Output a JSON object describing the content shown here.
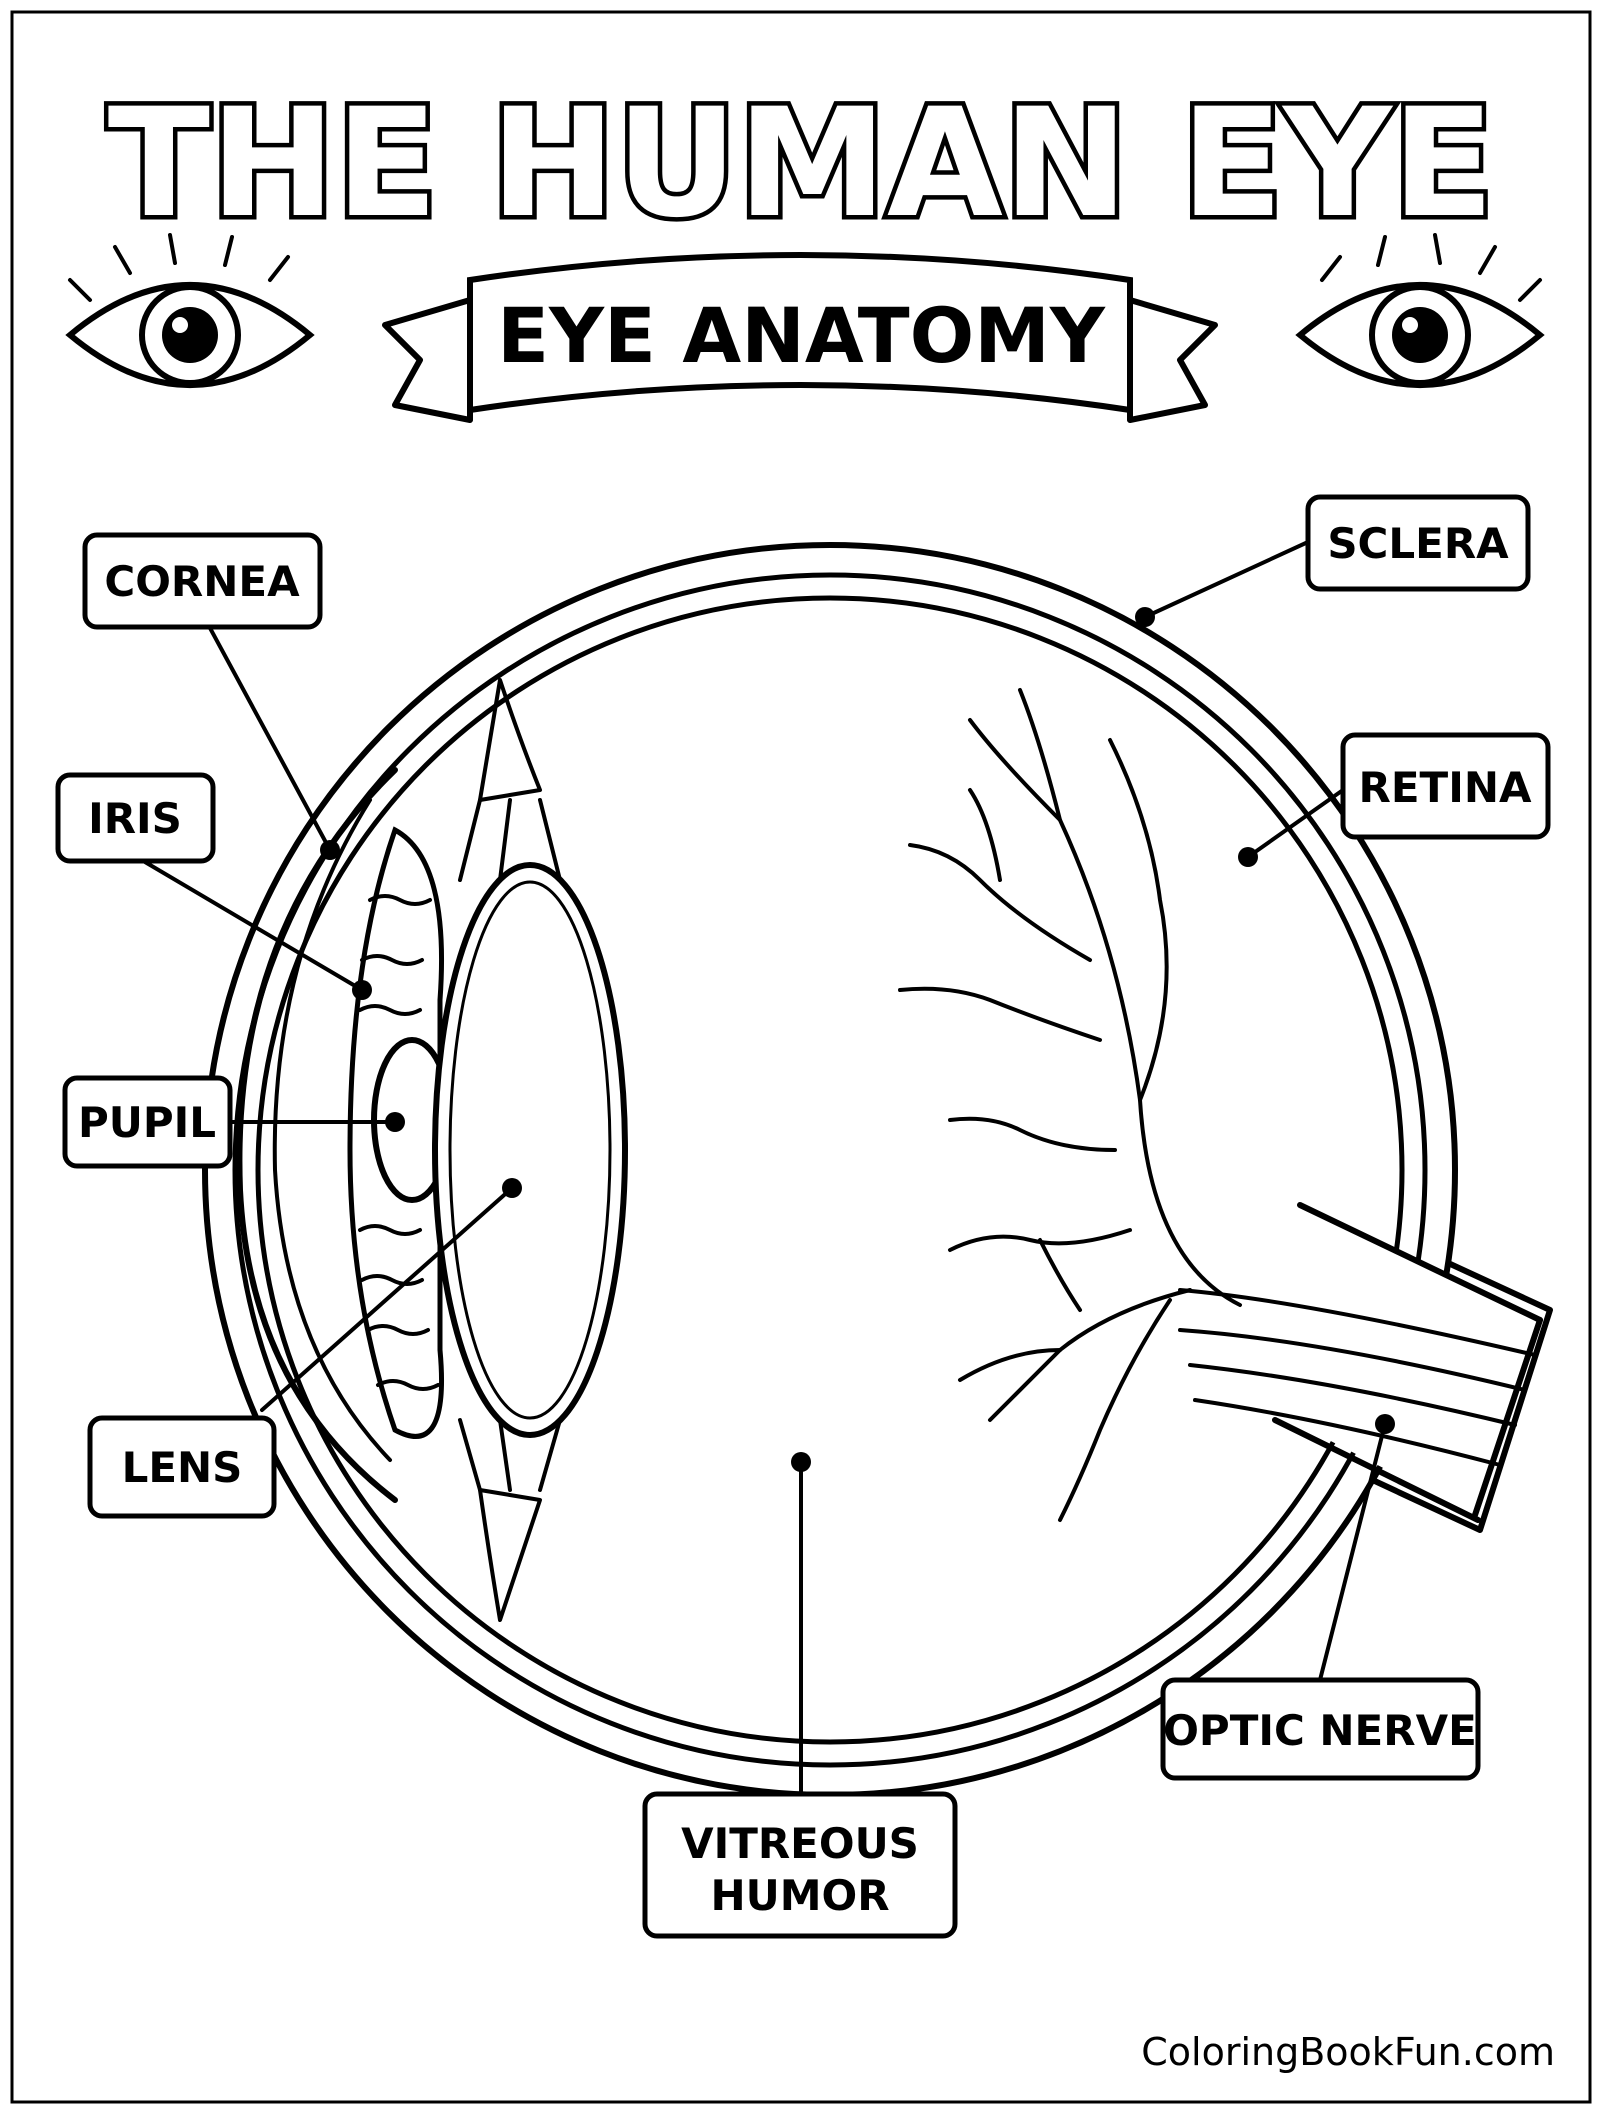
{
  "title": "THE HUMAN EYE",
  "banner": "EYE ANATOMY",
  "labels": {
    "cornea": "CORNEA",
    "iris": "IRIS",
    "pupil": "PUPIL",
    "lens": "LENS",
    "sclera": "SCLERA",
    "retina": "RETINA",
    "optic_nerve": "OPTIC NERVE",
    "vitreous_line1": "VITREOUS",
    "vitreous_line2": "HUMOR"
  },
  "footer": "ColoringBookFun.com",
  "icons": [
    "eye-icon-left",
    "eye-icon-right"
  ]
}
